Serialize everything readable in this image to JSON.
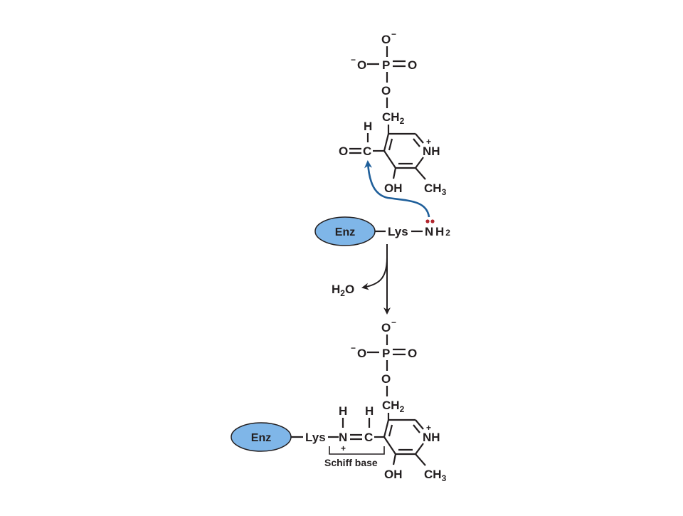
{
  "diagram": {
    "top_molecule": {
      "phosphate": {
        "o_top": "O",
        "o_top_charge": "−",
        "o_left": "O",
        "o_left_charge": "−",
        "p": "P",
        "o_right": "O",
        "o_link": "O"
      },
      "ch2": "CH",
      "ch2_sub": "2",
      "aldehyde_h": "H",
      "aldehyde_o": "O",
      "aldehyde_c": "C",
      "ring_n": "NH",
      "ring_n_charge": "+",
      "oh": "OH",
      "ch3": "CH",
      "ch3_sub": "3"
    },
    "enzyme_lysine": {
      "enz": "Enz",
      "lys": "Lys",
      "n": "N",
      "h": "H",
      "h_sub": "2",
      "lone_pair_color": "#b2262e"
    },
    "byproduct": {
      "h": "H",
      "h_sub": "2",
      "o": "O"
    },
    "bottom_molecule": {
      "phosphate": {
        "o_top": "O",
        "o_top_charge": "−",
        "o_left": "O",
        "o_left_charge": "−",
        "p": "P",
        "o_right": "O",
        "o_link": "O"
      },
      "ch2": "CH",
      "ch2_sub": "2",
      "enz": "Enz",
      "lys": "Lys",
      "n": "N",
      "n_charge": "+",
      "n_h": "H",
      "c": "C",
      "c_h": "H",
      "ring_n": "NH",
      "ring_n_charge": "+",
      "oh": "OH",
      "ch3": "CH",
      "ch3_sub": "3",
      "schiff_label": "Schiff base"
    },
    "colors": {
      "nucleophile_arrow": "#1f5f9a",
      "enzyme_fill": "#7fb6e8",
      "ink": "#231f20"
    }
  }
}
